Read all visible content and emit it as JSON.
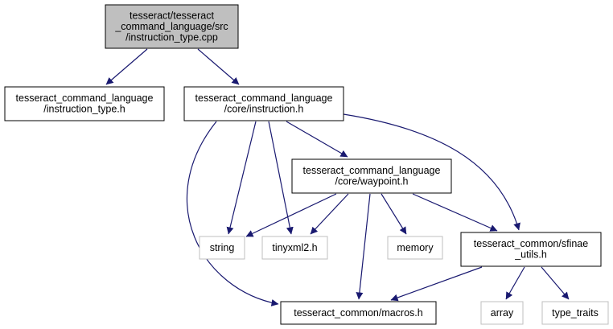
{
  "colors": {
    "edge": "#191970",
    "root_fill": "#bfbfbf",
    "node_border": "#000000",
    "external_border": "#bfbfbf",
    "background": "#ffffff"
  },
  "nodes": {
    "root": {
      "lines": [
        "tesseract/tesseract",
        "_command_language/src",
        "/instruction_type.cpp"
      ],
      "kind": "root"
    },
    "instruction_type_h": {
      "lines": [
        "tesseract_command_language",
        "/instruction_type.h"
      ],
      "kind": "file"
    },
    "core_instruction_h": {
      "lines": [
        "tesseract_command_language",
        "/core/instruction.h"
      ],
      "kind": "file"
    },
    "core_waypoint_h": {
      "lines": [
        "tesseract_command_language",
        "/core/waypoint.h"
      ],
      "kind": "file"
    },
    "sfinae_utils_h": {
      "lines": [
        "tesseract_common/sfinae",
        "_utils.h"
      ],
      "kind": "file"
    },
    "macros_h": {
      "lines": [
        "tesseract_common/macros.h"
      ],
      "kind": "file"
    },
    "string": {
      "lines": [
        "string"
      ],
      "kind": "external"
    },
    "tinyxml2_h": {
      "lines": [
        "tinyxml2.h"
      ],
      "kind": "external"
    },
    "memory": {
      "lines": [
        "memory"
      ],
      "kind": "external"
    },
    "array": {
      "lines": [
        "array"
      ],
      "kind": "external"
    },
    "type_traits": {
      "lines": [
        "type_traits"
      ],
      "kind": "external"
    }
  },
  "edges": [
    {
      "from": "root",
      "to": "instruction_type_h"
    },
    {
      "from": "root",
      "to": "core_instruction_h"
    },
    {
      "from": "core_instruction_h",
      "to": "core_waypoint_h"
    },
    {
      "from": "core_instruction_h",
      "to": "sfinae_utils_h"
    },
    {
      "from": "core_instruction_h",
      "to": "macros_h"
    },
    {
      "from": "core_instruction_h",
      "to": "string"
    },
    {
      "from": "core_instruction_h",
      "to": "tinyxml2_h"
    },
    {
      "from": "core_waypoint_h",
      "to": "string"
    },
    {
      "from": "core_waypoint_h",
      "to": "tinyxml2_h"
    },
    {
      "from": "core_waypoint_h",
      "to": "memory"
    },
    {
      "from": "core_waypoint_h",
      "to": "macros_h"
    },
    {
      "from": "core_waypoint_h",
      "to": "sfinae_utils_h"
    },
    {
      "from": "sfinae_utils_h",
      "to": "macros_h"
    },
    {
      "from": "sfinae_utils_h",
      "to": "array"
    },
    {
      "from": "sfinae_utils_h",
      "to": "type_traits"
    }
  ]
}
